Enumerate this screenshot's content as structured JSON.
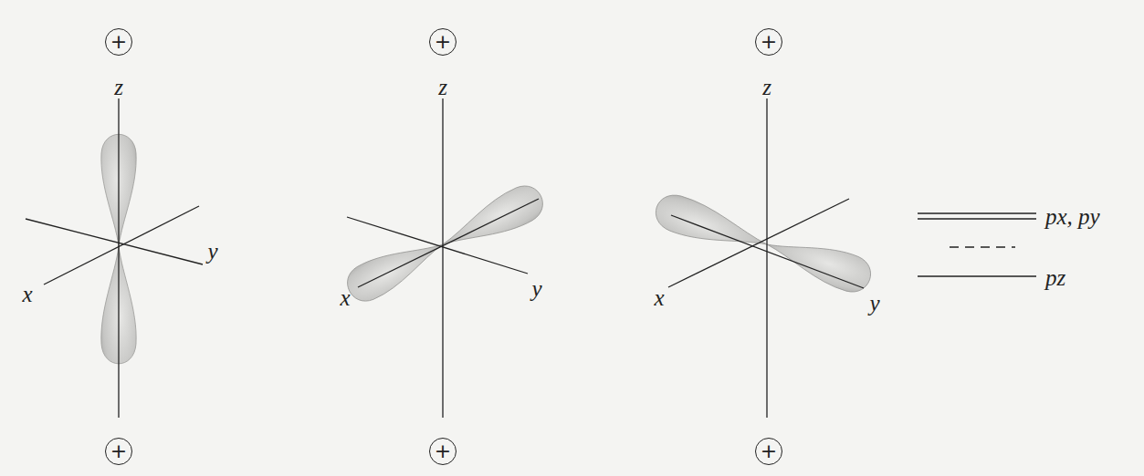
{
  "diagram": {
    "nodes": [
      {
        "text": [
          "+"
        ]
      },
      {
        "text": [
          "+"
        ]
      },
      {
        "text": [
          "+"
        ]
      },
      {
        "text": [
          "+"
        ]
      },
      {
        "text": [
          "+"
        ]
      },
      {
        "text": [
          "+"
        ]
      }
    ],
    "labels": [
      "z",
      "x",
      "y",
      "z",
      "x",
      "y",
      "z",
      "x",
      "y",
      "px, py",
      "pz"
    ]
  }
}
